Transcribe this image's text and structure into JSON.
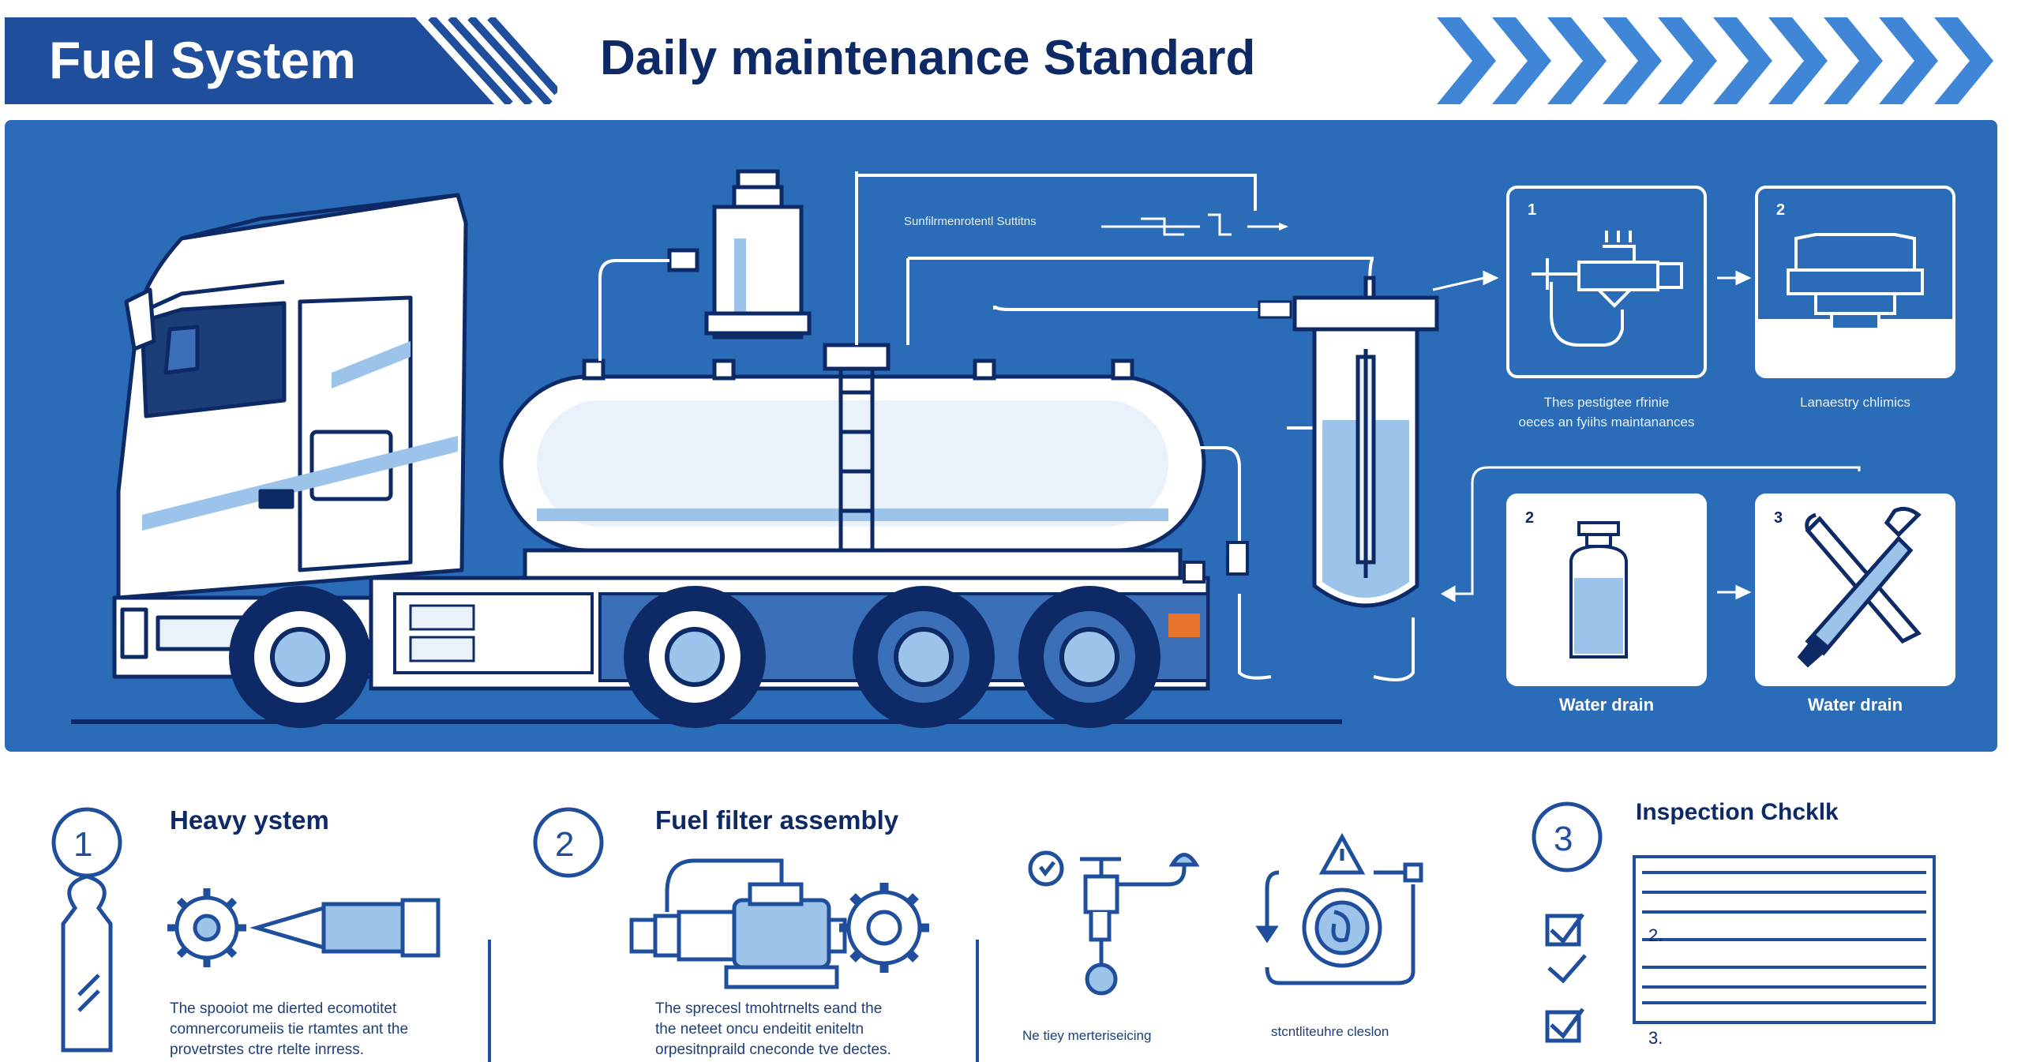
{
  "header": {
    "title": "Fuel System",
    "subtitle": "Daily maintenance Standard"
  },
  "colors": {
    "primary_blue": "#2a6cb8",
    "navy": "#0d2a66",
    "light_blue": "#9cc3ea",
    "accent_orange": "#e8742c"
  },
  "diagram": {
    "pipe_label": "Sunfilrmenrotentl Suttitns",
    "steps": [
      {
        "number": "1",
        "caption_line1": "Thes pestigtee rfrinie",
        "caption_line2": "oeces an fyiihs maintanances"
      },
      {
        "number": "2",
        "caption_line1": "Lanaestry chlimics",
        "caption_line2": ""
      },
      {
        "number": "2",
        "caption_line1": "Water drain",
        "caption_line2": ""
      },
      {
        "number": "3",
        "caption_line1": "Water drain",
        "caption_line2": ""
      }
    ]
  },
  "sections": [
    {
      "number": "1",
      "title": "Heavy ystem",
      "desc_line1": "The spooiot me dierted ecomotitet",
      "desc_line2": "comnercorumeiis tie rtamtes ant the",
      "desc_line3": "provetrstes ctre rtelte inrress."
    },
    {
      "number": "2",
      "title": "Fuel filter assembly",
      "desc_line1": "The sprecesl tmohtrnelts eand the",
      "desc_line2": "the neteet oncu endeitit eniteltn",
      "desc_line3": "orpesitnpraild cneconde tve dectes."
    }
  ],
  "captions": {
    "valve": "Ne tiey merteriseicing",
    "warning": "stcntliteuhre cleslon"
  },
  "checklist": {
    "number": "3",
    "title": "Inspection Chcklk",
    "items": [
      "2.",
      "3."
    ]
  }
}
